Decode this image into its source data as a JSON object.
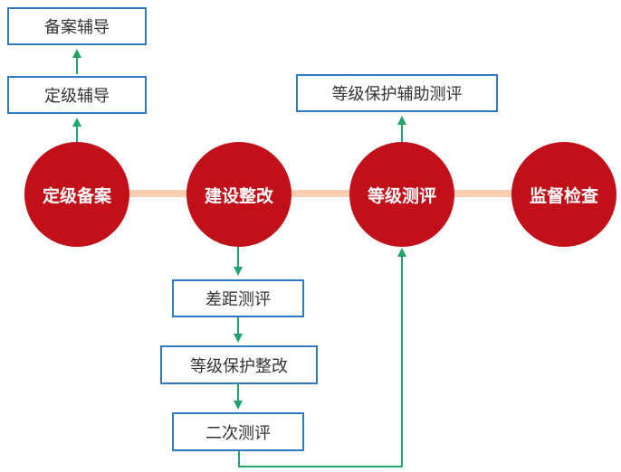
{
  "stages": {
    "grading_filing": "定级备案",
    "construction_rectification": "建设整改",
    "level_assessment": "等级测评",
    "supervision_inspection": "监督检查"
  },
  "boxes": {
    "filing_guidance": "备案辅导",
    "grading_guidance": "定级辅导",
    "assessment_assistance": "等级保护辅助测评",
    "gap_assessment": "差距测评",
    "protection_rectification": "等级保护整改",
    "secondary_assessment": "二次测评"
  },
  "colors": {
    "stage_fill": "#c2101b",
    "timeline": "#f8cfb0",
    "box_border": "#2e7bc4",
    "arrow": "#21a36b",
    "text": "#333333"
  }
}
